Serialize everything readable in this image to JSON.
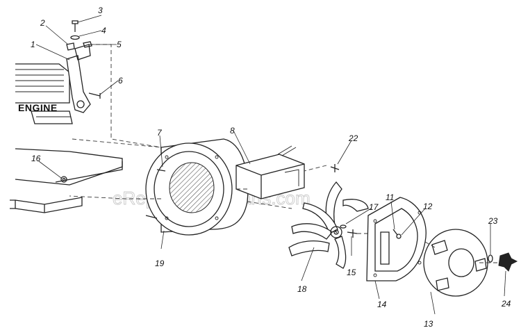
{
  "diagram": {
    "engine_label": "ENGINE",
    "watermark": "eReplacementParts.com",
    "callouts": [
      {
        "id": "c1",
        "text": "1"
      },
      {
        "id": "c2",
        "text": "2"
      },
      {
        "id": "c3",
        "text": "3"
      },
      {
        "id": "c4",
        "text": "4"
      },
      {
        "id": "c5",
        "text": "5"
      },
      {
        "id": "c6",
        "text": "6"
      },
      {
        "id": "c7",
        "text": "7"
      },
      {
        "id": "c8",
        "text": "8"
      },
      {
        "id": "c11",
        "text": "11"
      },
      {
        "id": "c12",
        "text": "12"
      },
      {
        "id": "c13",
        "text": "13"
      },
      {
        "id": "c14",
        "text": "14"
      },
      {
        "id": "c15",
        "text": "15"
      },
      {
        "id": "c16",
        "text": "16"
      },
      {
        "id": "c17",
        "text": "17"
      },
      {
        "id": "c18",
        "text": "18"
      },
      {
        "id": "c19",
        "text": "19"
      },
      {
        "id": "c22",
        "text": "22"
      },
      {
        "id": "c23",
        "text": "23"
      },
      {
        "id": "c24",
        "text": "24"
      }
    ]
  }
}
